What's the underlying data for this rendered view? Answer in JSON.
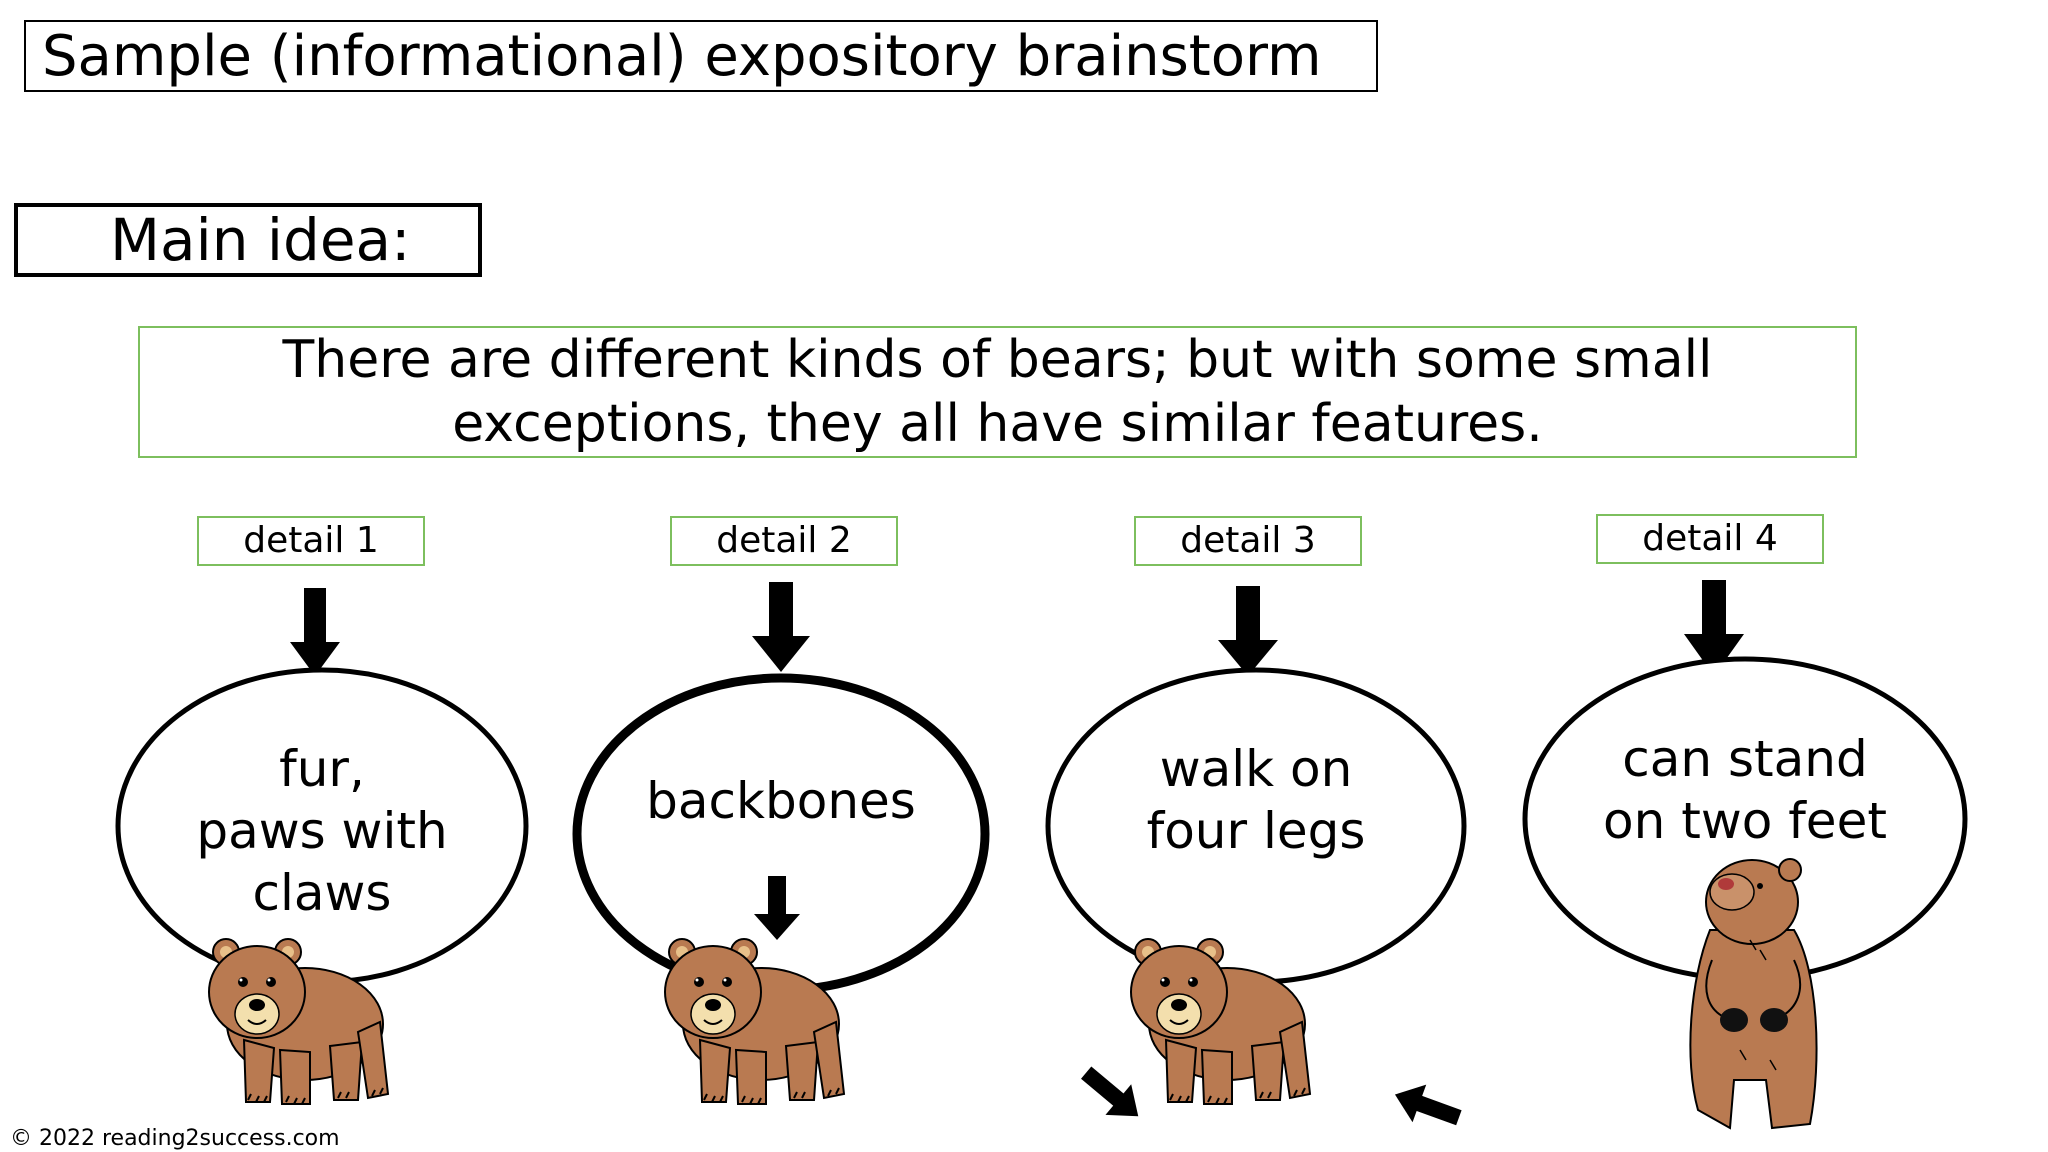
{
  "title": "Sample (informational) expository brainstorm",
  "main_idea": {
    "label": "Main idea:",
    "line1": "There are different kinds of bears; but with some small",
    "line2": "exceptions, they all have similar features."
  },
  "details": [
    {
      "label": "detail 1",
      "lines": [
        "fur,",
        "paws with",
        "claws"
      ]
    },
    {
      "label": "detail 2",
      "lines": [
        "backbones"
      ]
    },
    {
      "label": "detail 3",
      "lines": [
        "walk on",
        "four legs"
      ]
    },
    {
      "label": "detail 4",
      "lines": [
        "can stand",
        "on two feet"
      ]
    }
  ],
  "colors": {
    "box_border": "#7dbf5e",
    "bear": "#b97a51",
    "muzzle": "#f3dfad"
  },
  "copyright": "© 2022 reading2success.com"
}
